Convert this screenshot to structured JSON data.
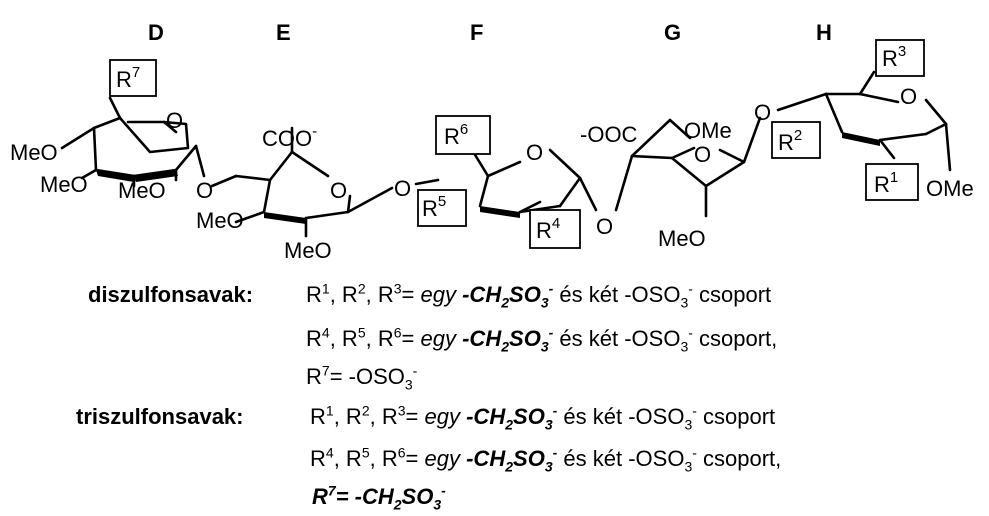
{
  "rings": {
    "D": "D",
    "E": "E",
    "F": "F",
    "G": "G",
    "H": "H"
  },
  "atoms": {
    "O": "O",
    "MeO": "MeO",
    "OMe": "OMe",
    "COO": "COO",
    "minus": "-",
    "OOC": "-OOC",
    "R": "R"
  },
  "boxes": {
    "r1": "1",
    "r2": "2",
    "r3": "3",
    "r4": "4",
    "r5": "5",
    "r6": "6",
    "r7": "7"
  },
  "legend": {
    "di_label": "diszulfonsavak:",
    "tri_label": "triszulfonsavak:",
    "r123": "R",
    "egy": "egy",
    "ch2": "-CH",
    "so3": "SO",
    "es_ket": " és két -OSO",
    "csoport": " csoport",
    "csoport_comma": " csoport,",
    "r7_eq": "R",
    "eq_oso": "= -OSO",
    "eq_ch2": "= -CH"
  }
}
